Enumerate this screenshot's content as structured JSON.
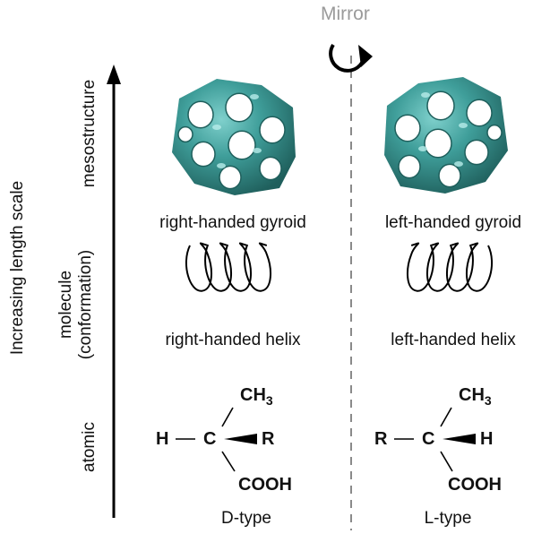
{
  "mirror": {
    "title": "Mirror",
    "icon": "rotate-clockwise-arrow-icon"
  },
  "axis": {
    "title": "Increasing length scale",
    "levels": [
      {
        "id": "mesostructure",
        "label": "mesostructure"
      },
      {
        "id": "molecule",
        "label_line1": "molecule",
        "label_line2": "(conformation)"
      },
      {
        "id": "atomic",
        "label": "atomic"
      }
    ]
  },
  "colors": {
    "gyroid": "#3f9e9a",
    "gyroid_dark": "#1f5f5c",
    "mirror_line": "#8a8a8a",
    "mirror_text": "#9a9a9a",
    "ink": "#000000"
  },
  "left": {
    "gyroid_label": "right-handed gyroid",
    "helix_label": "right-handed helix",
    "molecule": {
      "left_group": "H",
      "center": "C",
      "wedge_group": "R",
      "top_group": "CH",
      "top_subscript": "3",
      "bottom_group": "COOH"
    },
    "type_label": "D-type"
  },
  "right": {
    "gyroid_label": "left-handed gyroid",
    "helix_label": "left-handed helix",
    "molecule": {
      "left_group": "R",
      "center": "C",
      "wedge_group": "H",
      "top_group": "CH",
      "top_subscript": "3",
      "bottom_group": "COOH"
    },
    "type_label": "L-type"
  }
}
